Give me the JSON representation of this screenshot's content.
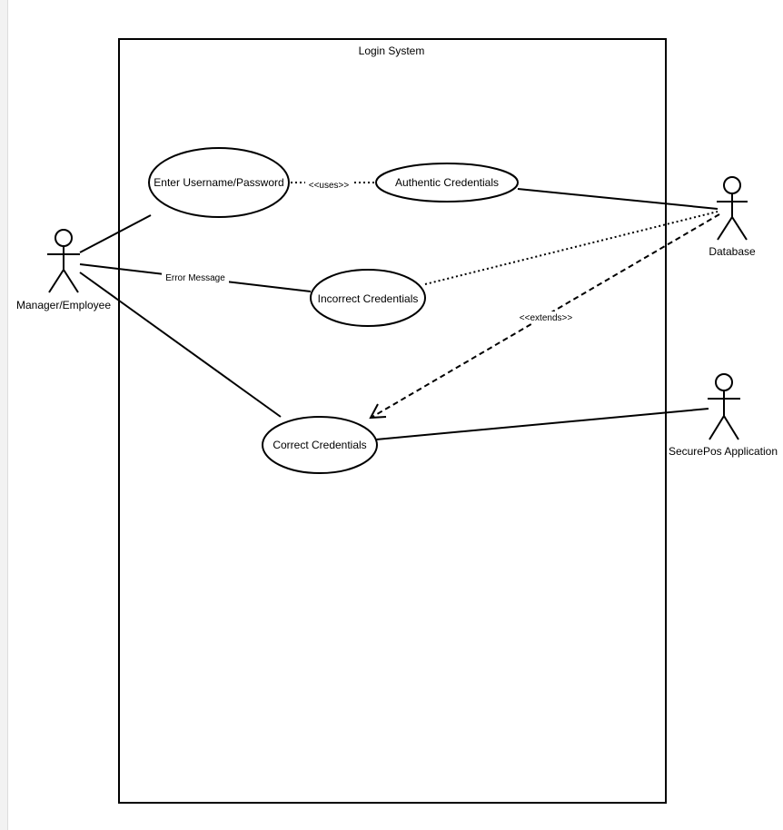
{
  "system": {
    "title": "Login System"
  },
  "actors": {
    "manager": "Manager/Employee",
    "database": "Database",
    "securepos": "SecurePos Application"
  },
  "use_cases": {
    "enter_credentials": "Enter Username/Password",
    "authentic_credentials": "Authentic Credentials",
    "incorrect_credentials": "Incorrect Credentials",
    "correct_credentials": "Correct Credentials"
  },
  "edge_labels": {
    "uses": "<<uses>>",
    "error_message": "Error Message",
    "extends": "<<extends>>"
  }
}
